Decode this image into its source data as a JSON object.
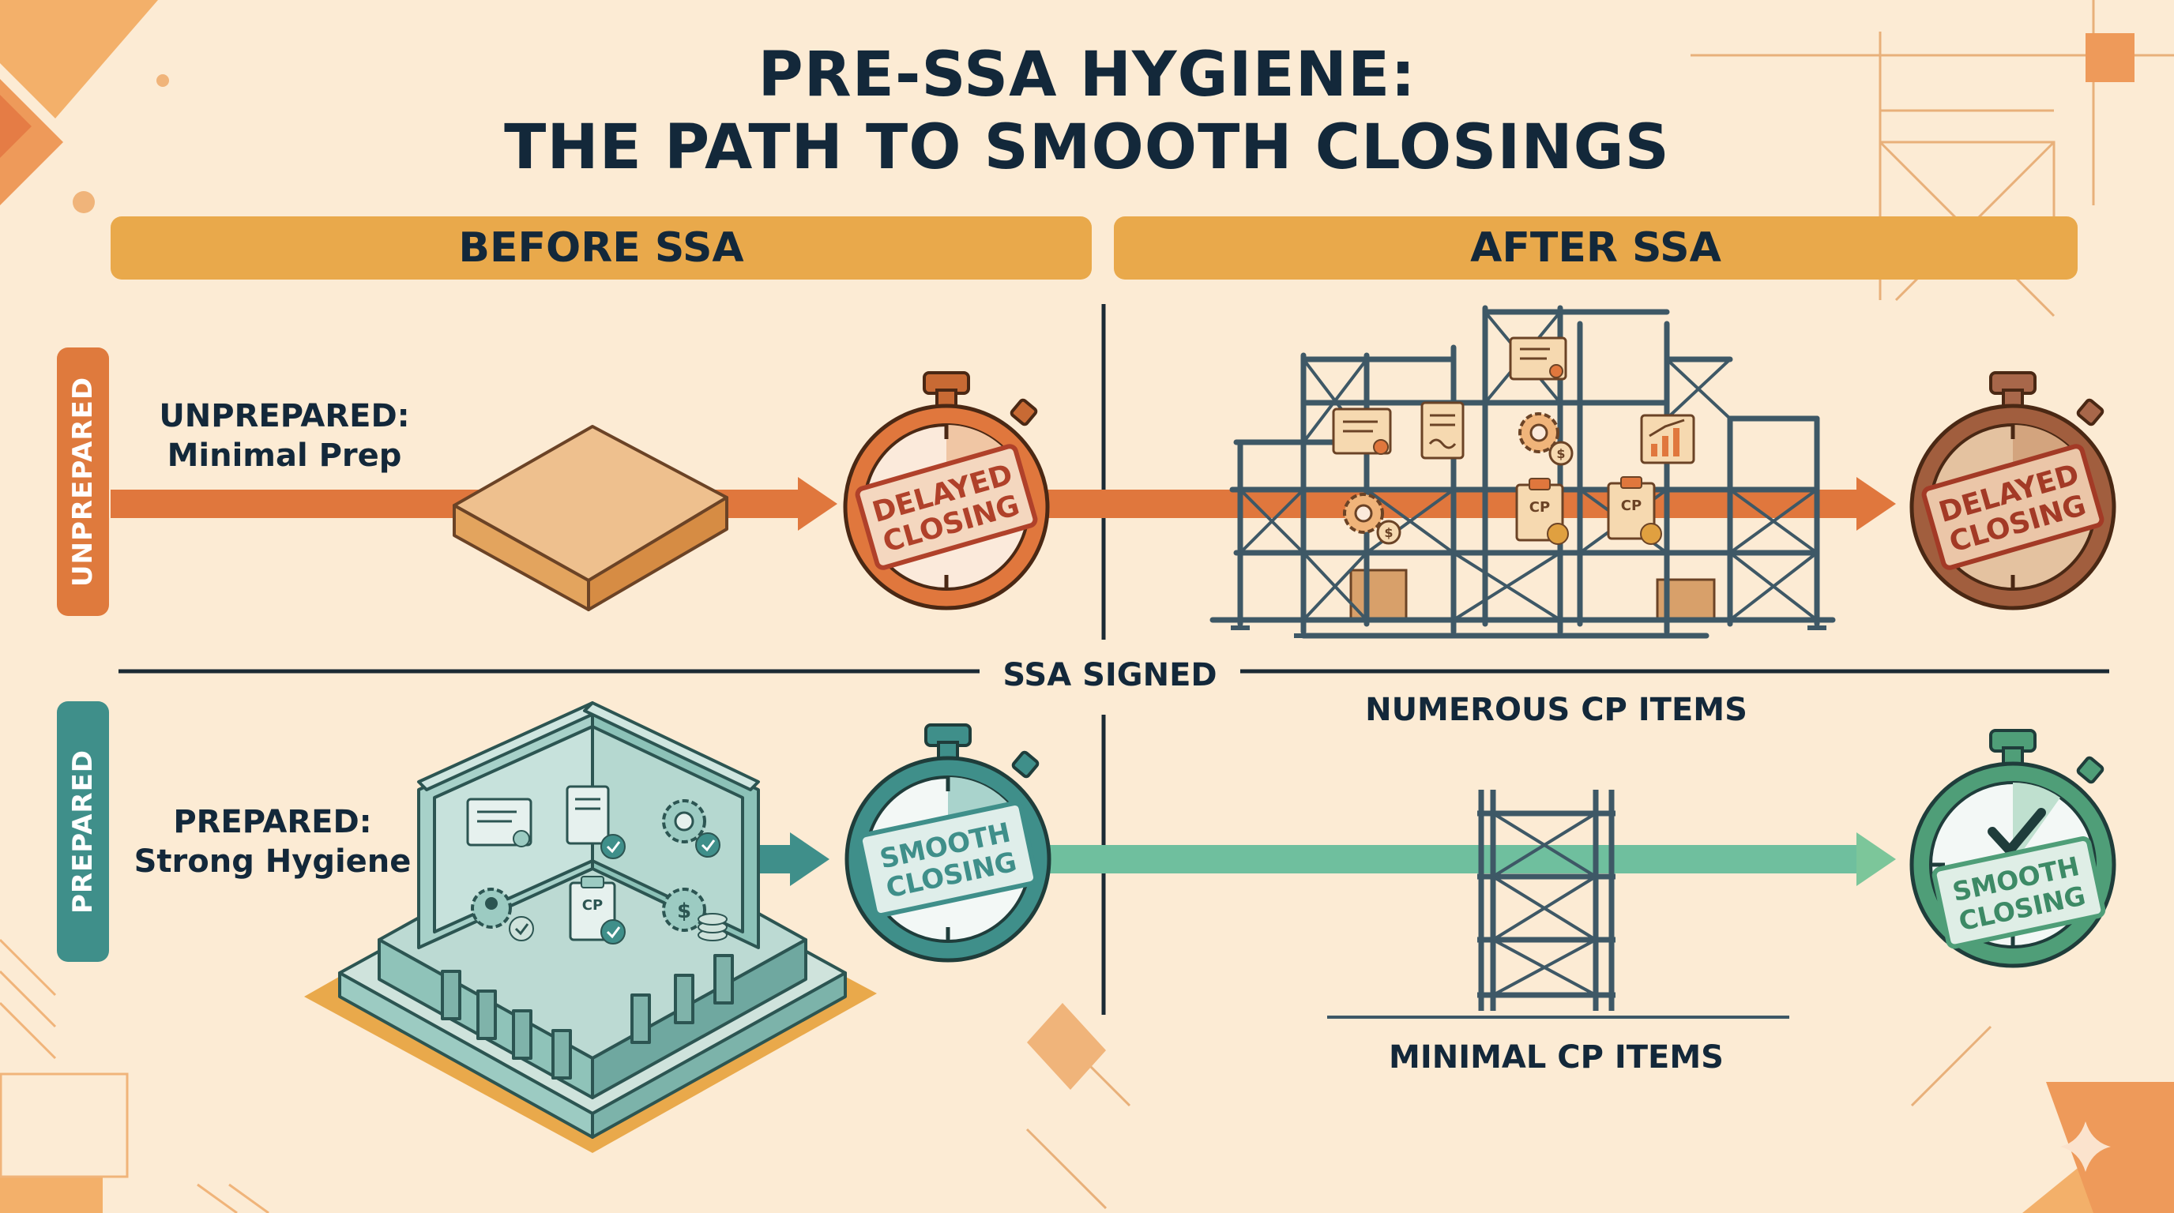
{
  "title": {
    "line1": "PRE-SSA HYGIENE:",
    "line2": "THE PATH TO SMOOTH CLOSINGS"
  },
  "columns": {
    "before": "BEFORE SSA",
    "after": "AFTER SSA"
  },
  "rows": {
    "unprepared": {
      "side_label": "UNPREPARED",
      "heading": "UNPREPARED:",
      "subheading": "Minimal Prep",
      "before_outcome": {
        "line1": "DELAYED",
        "line2": "CLOSING"
      },
      "after_outcome": {
        "line1": "DELAYED",
        "line2": "CLOSING"
      }
    },
    "prepared": {
      "side_label": "PREPARED",
      "heading": "PREPARED:",
      "subheading": "Strong Hygiene",
      "before_outcome": {
        "line1": "SMOOTH",
        "line2": "CLOSING"
      },
      "after_outcome": {
        "line1": "SMOOTH",
        "line2": "CLOSING"
      }
    }
  },
  "divider_label": "SSA SIGNED",
  "cp_labels": {
    "numerous": "NUMEROUS CP ITEMS",
    "minimal": "MINIMAL CP ITEMS"
  },
  "document_icons": {
    "cp_tag": "CP",
    "dollar": "$"
  },
  "colors": {
    "background": "#fcebd4",
    "header": "#e9a94b",
    "unprepared": "#df7a3d",
    "prepared": "#3f8f8a",
    "text": "#13283a"
  }
}
